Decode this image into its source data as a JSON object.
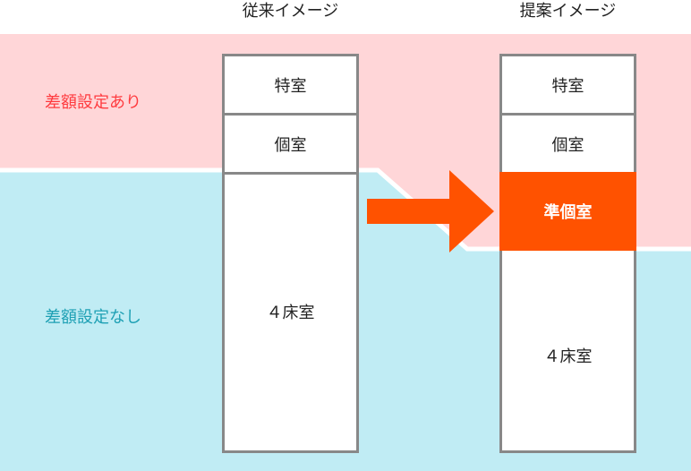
{
  "colors": {
    "surcharge_zone": "#ffd6d8",
    "no_surcharge_zone": "#c0ecf4",
    "surcharge_label": "#ff3b3f",
    "no_surcharge_label": "#1ea0b4",
    "highlight_cell": "#ff5200",
    "arrow": "#ff5200",
    "column_border": "#888888"
  },
  "zones": {
    "surcharge": {
      "label": "差額設定あり"
    },
    "no_surcharge": {
      "label": "差額設定なし"
    }
  },
  "columns": {
    "current": {
      "title": "従来イメージ",
      "cells": {
        "special": "特室",
        "private": "個室",
        "four_bed": "４床室"
      }
    },
    "proposed": {
      "title": "提案イメージ",
      "cells": {
        "special": "特室",
        "private": "個室",
        "semi_private": "準個室",
        "four_bed": "４床室"
      }
    }
  },
  "arrow_icon": "right-arrow-icon"
}
